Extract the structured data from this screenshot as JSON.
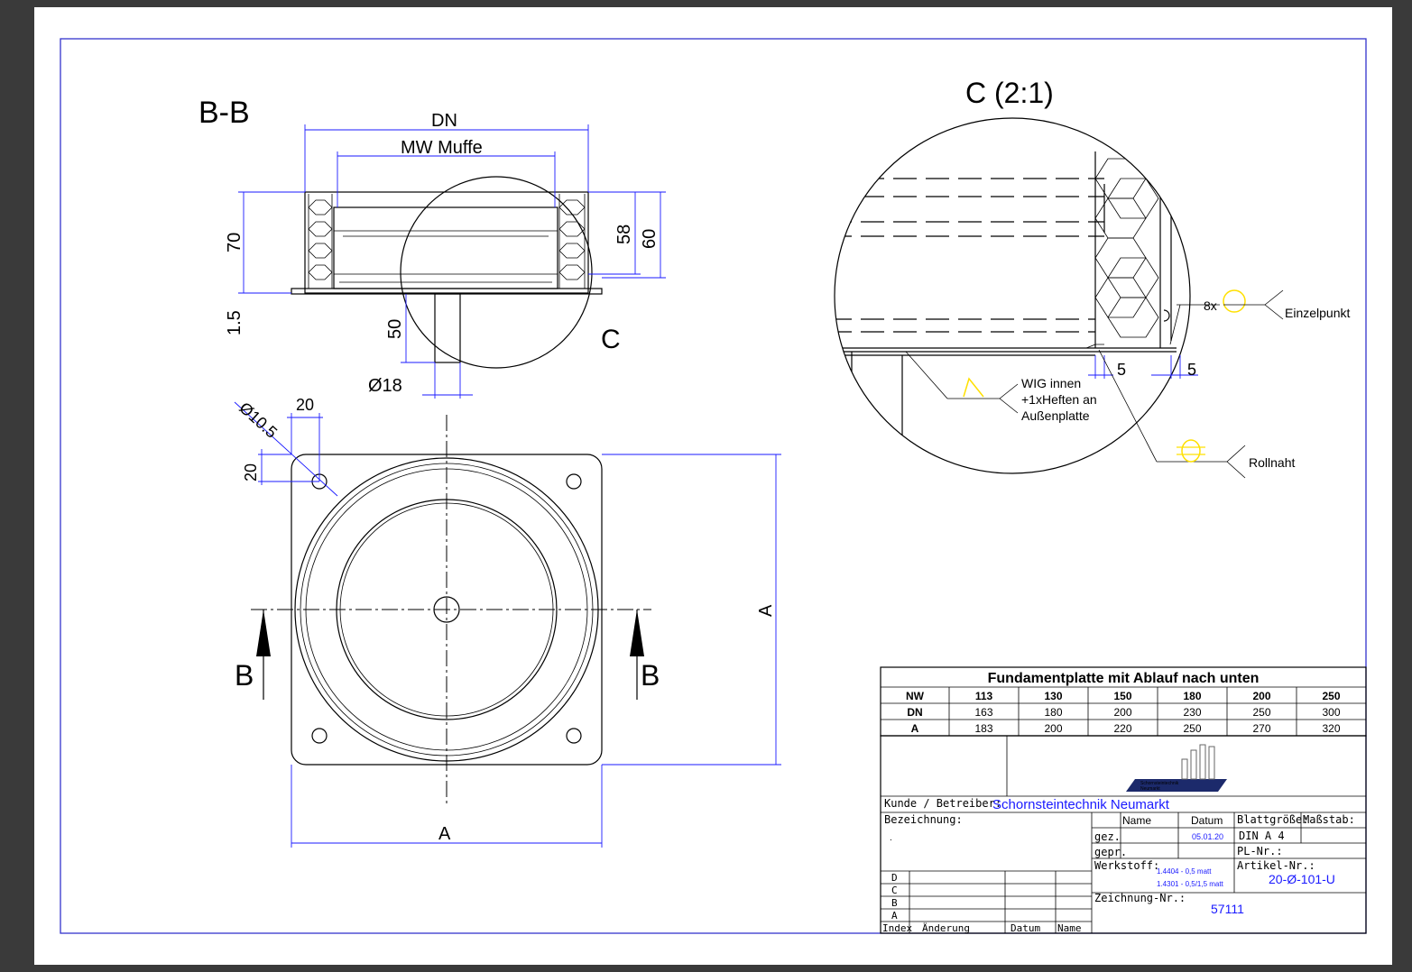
{
  "views": {
    "section_label": "B-B",
    "detail_label": "C (2:1)",
    "detail_marker": "C",
    "section_arrow_label": "B"
  },
  "dimensions": {
    "dn": "DN",
    "mw_muffe": "MW Muffe",
    "d70": "70",
    "d1_5": "1.5",
    "d58": "58",
    "d60": "60",
    "d50": "50",
    "d18": "Ø18",
    "d20_top": "20",
    "d20_left": "20",
    "d10_5": "Ø10.5",
    "a_horizontal": "A",
    "a_vertical": "A"
  },
  "detail": {
    "count_8x": "8x",
    "einzelpunkt": "Einzelpunkt",
    "five_a": "5",
    "five_b": "5",
    "wig_line1": "WIG innen",
    "wig_line2": "+1xHeften an",
    "wig_line3": "Außenplatte",
    "rollnaht": "Rollnaht"
  },
  "table": {
    "title": "Fundamentplatte mit Ablauf nach unten",
    "rows": [
      [
        "NW",
        "113",
        "130",
        "150",
        "180",
        "200",
        "250"
      ],
      [
        "DN",
        "163",
        "180",
        "200",
        "230",
        "250",
        "300"
      ],
      [
        "A",
        "183",
        "200",
        "220",
        "250",
        "270",
        "320"
      ]
    ]
  },
  "titleblock": {
    "logo_line1": "Schornsteintechnik",
    "logo_line2": "Neumarkt",
    "kunde_label": "Kunde / Betreiber:",
    "kunde_value": "Schornsteintechnik Neumarkt",
    "bezeichnung_label": "Bezeichnung:",
    "bezeichnung_value": ".",
    "name_label": "Name",
    "datum_label": "Datum",
    "blattgroesse_label": "Blattgröße:",
    "massstab_label": "Maßstab:",
    "blattgroesse_value": "DIN A 4",
    "gez_label": "gez.",
    "gez_date": "05.01.20",
    "gepr_label": "gepr.",
    "pl_label": "PL-Nr.:",
    "werkstoff_label": "Werkstoff:",
    "werkstoff_1": "1.4404 - 0,5 matt",
    "werkstoff_2": "1.4301 - 0,5/1,5 matt",
    "artikel_label": "Artikel-Nr.:",
    "artikel_value": "20-Ø-101-U",
    "zeichnung_label": "Zeichnung-Nr.:",
    "zeichnung_value": "57111",
    "rev_letters": [
      "D",
      "C",
      "B",
      "A"
    ],
    "index_label": "Index",
    "aenderung_label": "Änderung",
    "rev_datum_label": "Datum",
    "rev_name_label": "Name"
  },
  "colors": {
    "dimension_blue": "#1a1aff",
    "weld_yellow": "#ffe000",
    "frame_blue": "#3333cc"
  }
}
